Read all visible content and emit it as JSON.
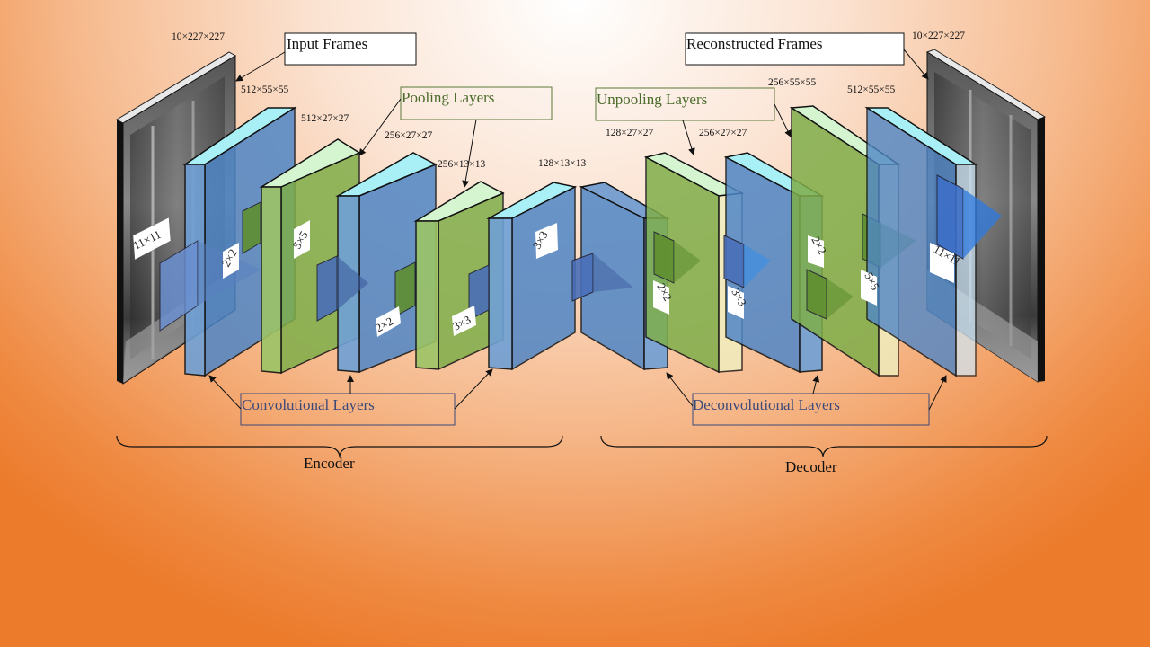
{
  "diagram": {
    "callouts": {
      "input_frames": "Input Frames",
      "reconstructed_frames": "Reconstructed Frames",
      "pooling_layers": "Pooling Layers",
      "unpooling_layers": "Unpooling Layers",
      "convolutional_layers": "Convolutional Layers",
      "deconvolutional_layers": "Deconvolutional Layers"
    },
    "sections": {
      "encoder": "Encoder",
      "decoder": "Decoder"
    },
    "dimensions": {
      "input": "10×227×227",
      "conv1": "512×55×55",
      "pool1": "512×27×27",
      "conv2": "256×27×27",
      "pool2": "256×13×13",
      "conv3": "128×13×13",
      "deconv1": "128×27×27",
      "unpool1": "256×27×27",
      "deconv2": "256×55×55",
      "unpool2": "512×55×55",
      "output": "10×227×227"
    },
    "kernels": {
      "k1": "11×11",
      "k2": "2×2",
      "k3": "5×5",
      "k4": "2×2",
      "k5": "3×3",
      "k6": "3×3",
      "d1": "2×2",
      "d2": "3×3",
      "d3": "2×2",
      "d4": "5×5",
      "d5": "11×11"
    },
    "colors": {
      "conv_blue": "#4f86c6",
      "pool_green": "#7fae4a",
      "top_cyan": "#a9f0f6",
      "callout_green_text": "#4a6a2a",
      "callout_blue_text": "#3c4a7a"
    }
  }
}
